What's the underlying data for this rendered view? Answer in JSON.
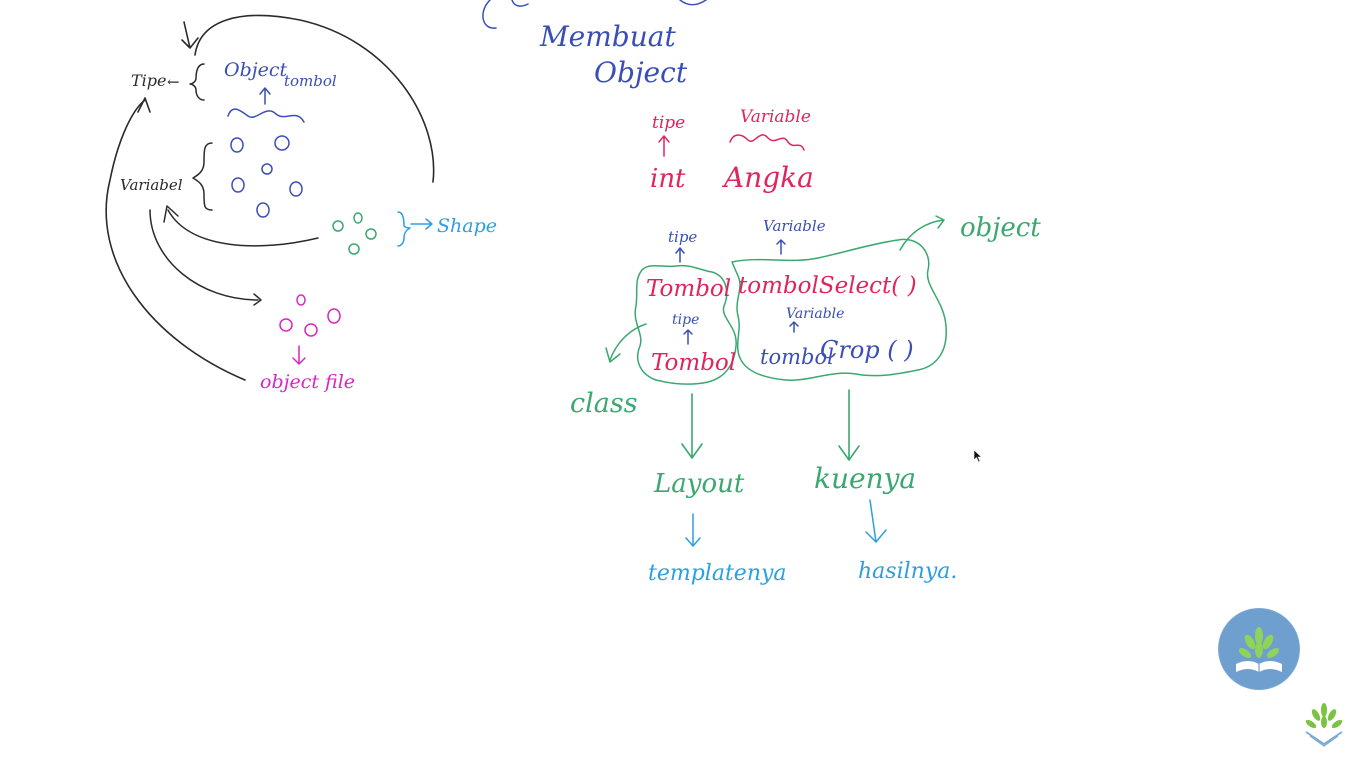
{
  "colors": {
    "ink_black": "#2b2b2b",
    "ink_blue": "#3a4fb5",
    "ink_red": "#e0245e",
    "ink_green": "#3aa86f",
    "ink_sky": "#2c9fe0",
    "ink_magenta": "#d726c4"
  },
  "left_sketch": {
    "tipe_label": "Tipe",
    "arrow_left": "←",
    "object_tombol_label": "Object",
    "tombol_label": "tombol",
    "variable_label": "Variabel",
    "shape_label": "Shape",
    "object_file_label": "object file"
  },
  "right_sketch": {
    "title_line1": "Membuat",
    "title_line2": "Object",
    "int_type_label": "tipe",
    "int_var_label": "Variable",
    "int_keyword": "int",
    "int_varname": "Angka",
    "type_label_top": "tipe",
    "type_label_mid": "tipe",
    "variable_label_top": "Variable",
    "variable_label_mid": "Variable",
    "class_top": "Tombol",
    "class_bottom": "Tombol",
    "instance_top": "tombolSelect(   )",
    "instance_bottom_prefix": "tombol",
    "instance_bottom_suffix": "Crop (   )",
    "object_label": "object",
    "class_label": "class",
    "layout_label": "Layout",
    "template_label": "templatenya",
    "kuenya_label": "kuenya",
    "hasilnya_label": "hasilnya."
  },
  "branding": {
    "logo_icon": "plant-book-icon",
    "small_logo_icon": "plant-icon"
  }
}
